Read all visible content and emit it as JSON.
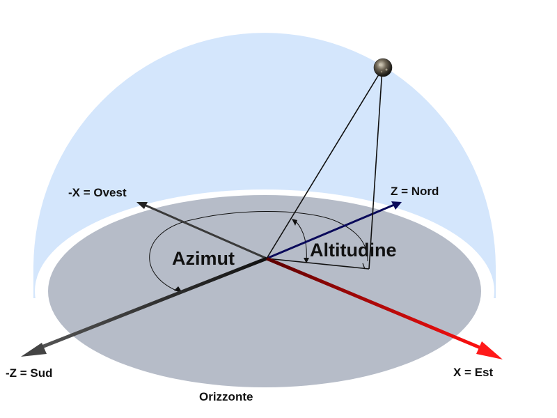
{
  "labels": {
    "west": "-X = Ovest",
    "north": "Z = Nord",
    "south": "-Z = Sud",
    "east": "X = Est",
    "azimuth": "Azimut",
    "altitude": "Altitudine",
    "horizon": "Orizzonte"
  },
  "colors": {
    "sky_dome": "#d4e6fc",
    "horizon_plane": "#b6bcc8",
    "north_axis": "#0a0a5a",
    "east_axis": "#8a0000",
    "south_axis": "#333333",
    "west_axis": "#3a3a3a"
  },
  "icons": {
    "star": "celestial-body-sphere"
  }
}
